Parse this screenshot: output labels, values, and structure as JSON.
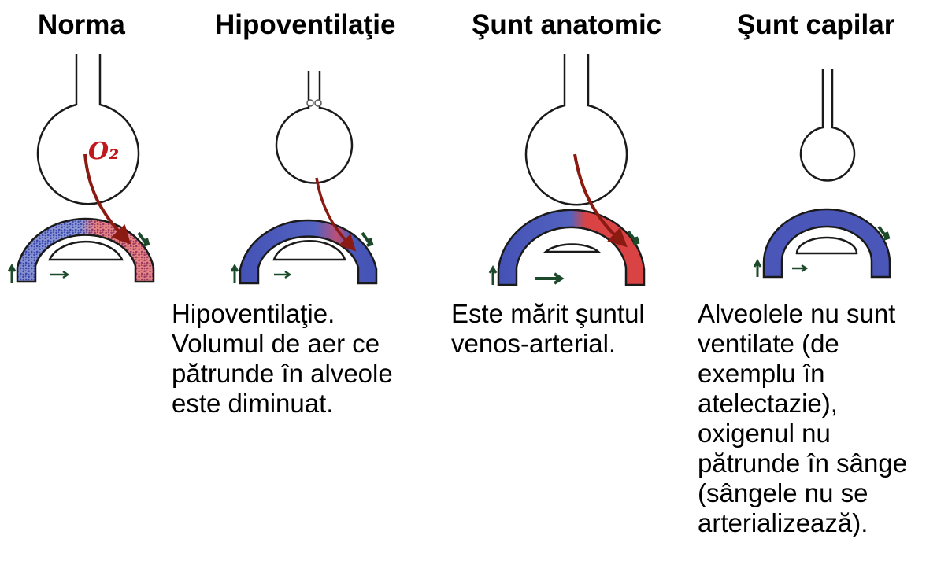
{
  "colors": {
    "outline": "#1a1a1a",
    "venous_blood": "#1b2a9c",
    "arterial_blood": "#d81e1e",
    "arrow": "#8b1a12",
    "flow_arrow": "#1c4a2a"
  },
  "panels": [
    {
      "title": "Norma",
      "annotation": "O₂",
      "description": []
    },
    {
      "title": "Hipoventilaţie",
      "annotation": "",
      "description": [
        "Hipoventilaţie.",
        "Volumul de aer ce",
        "pătrunde în alveole",
        "este diminuat."
      ]
    },
    {
      "title": "Şunt anatomic",
      "annotation": "",
      "description": [
        "Este mărit şuntul",
        "venos-arterial."
      ]
    },
    {
      "title": "Şunt capilar",
      "annotation": "",
      "description": [
        "Alveolele nu sunt",
        "ventilate (de",
        "exemplu în",
        "atelectazie),",
        "oxigenul nu",
        "pătrunde în sânge",
        "(sângele nu se",
        "arterializează)."
      ]
    }
  ]
}
